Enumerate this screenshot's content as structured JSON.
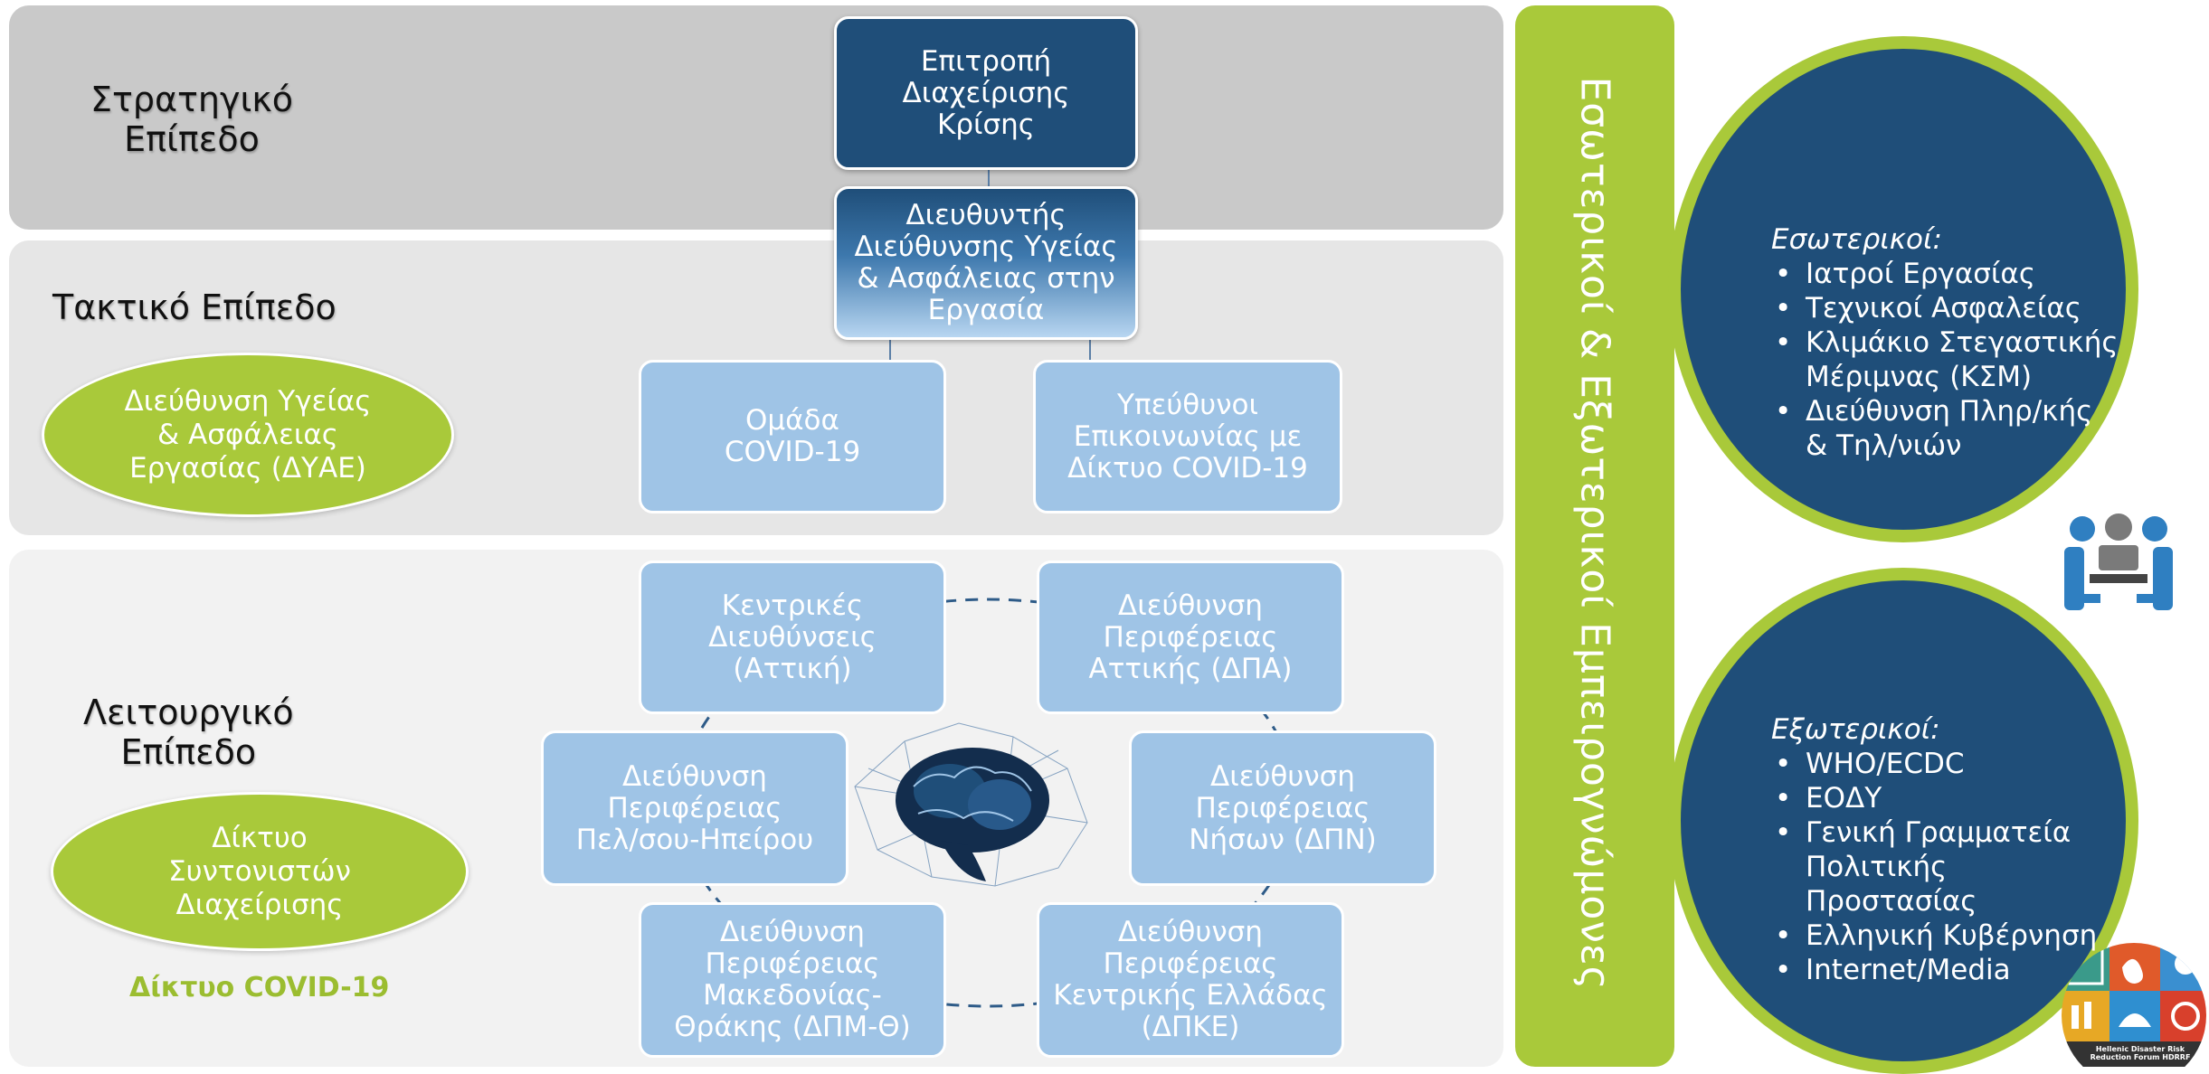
{
  "levels": {
    "strategic": "Στρατηγικό\nΕπίπεδο",
    "tactical": "Τακτικό Επίπεδο",
    "operational": "Λειτουργικό\nΕπίπεδο"
  },
  "nodes": {
    "crisis_committee": "Επιτροπή\nΔιαχείρισης\nΚρίσης",
    "director": "Διευθυντής\nΔιεύθυνσης Υγείας\n& Ασφάλειας στην\nΕργασία",
    "covid_team": "Ομάδα\nCOVID-19",
    "comm_leads": "Υπεύθυνοι\nΕπικοινωνίας με\nΔίκτυο COVID-19",
    "central": "Κεντρικές\nΔιευθύνσεις\n(Αττική)",
    "attica": "Διεύθυνση\nΠεριφέρειας\nΑττικής (ΔΠΑ)",
    "pelop": "Διεύθυνση\nΠεριφέρειας\nΠελ/σου-Ηπείρου",
    "islands": "Διεύθυνση\nΠεριφέρειας\nΝήσων (ΔΠΝ)",
    "maced": "Διεύθυνση\nΠεριφέρειας\nΜακεδονίας-\nΘράκης (ΔΠΜ-Θ)",
    "central_greece": "Διεύθυνση\nΠεριφέρειας\nΚεντρικής Ελλάδας\n(ΔΠΚΕ)"
  },
  "ellipses": {
    "dyae": "Διεύθυνση Υγείας\n& Ασφάλειας\nΕργασίας (ΔΥΑΕ)",
    "coordinators": "Δίκτυο\nΣυντονιστών\nΔιαχείρισης"
  },
  "network_caption": "Δίκτυο COVID-19",
  "side_bar_text": "Εσωτερικοί & Εξωτερικοί Εμπειρογνώμονες",
  "internal": {
    "heading": "Εσωτερικοί:",
    "items": [
      "Ιατροί Εργασίας",
      "Τεχνικοί Ασφαλείας",
      "Κλιμάκιο Στεγαστικής\nΜέριμνας (ΚΣΜ)",
      "Διεύθυνση Πληρ/κής\n& Τηλ/νιών"
    ]
  },
  "external": {
    "heading": "Εξωτερικοί:",
    "items": [
      "WHO/ECDC",
      "ΕΟΔΥ",
      "Γενική Γραμματεία\nΠολιτικής Προστασίας",
      "Ελληνική Κυβέρνηση",
      "Internet/Media"
    ]
  },
  "logo_text": "Hellenic Disaster Risk Reduction Forum HDRRF",
  "colors": {
    "navy": "#1f4e79",
    "light_blue": "#9fc4e6",
    "green": "#a9c93a",
    "band_strategic": "#c9c9c9",
    "band_tactical": "#e6e6e6",
    "band_operational": "#f2f2f2"
  }
}
